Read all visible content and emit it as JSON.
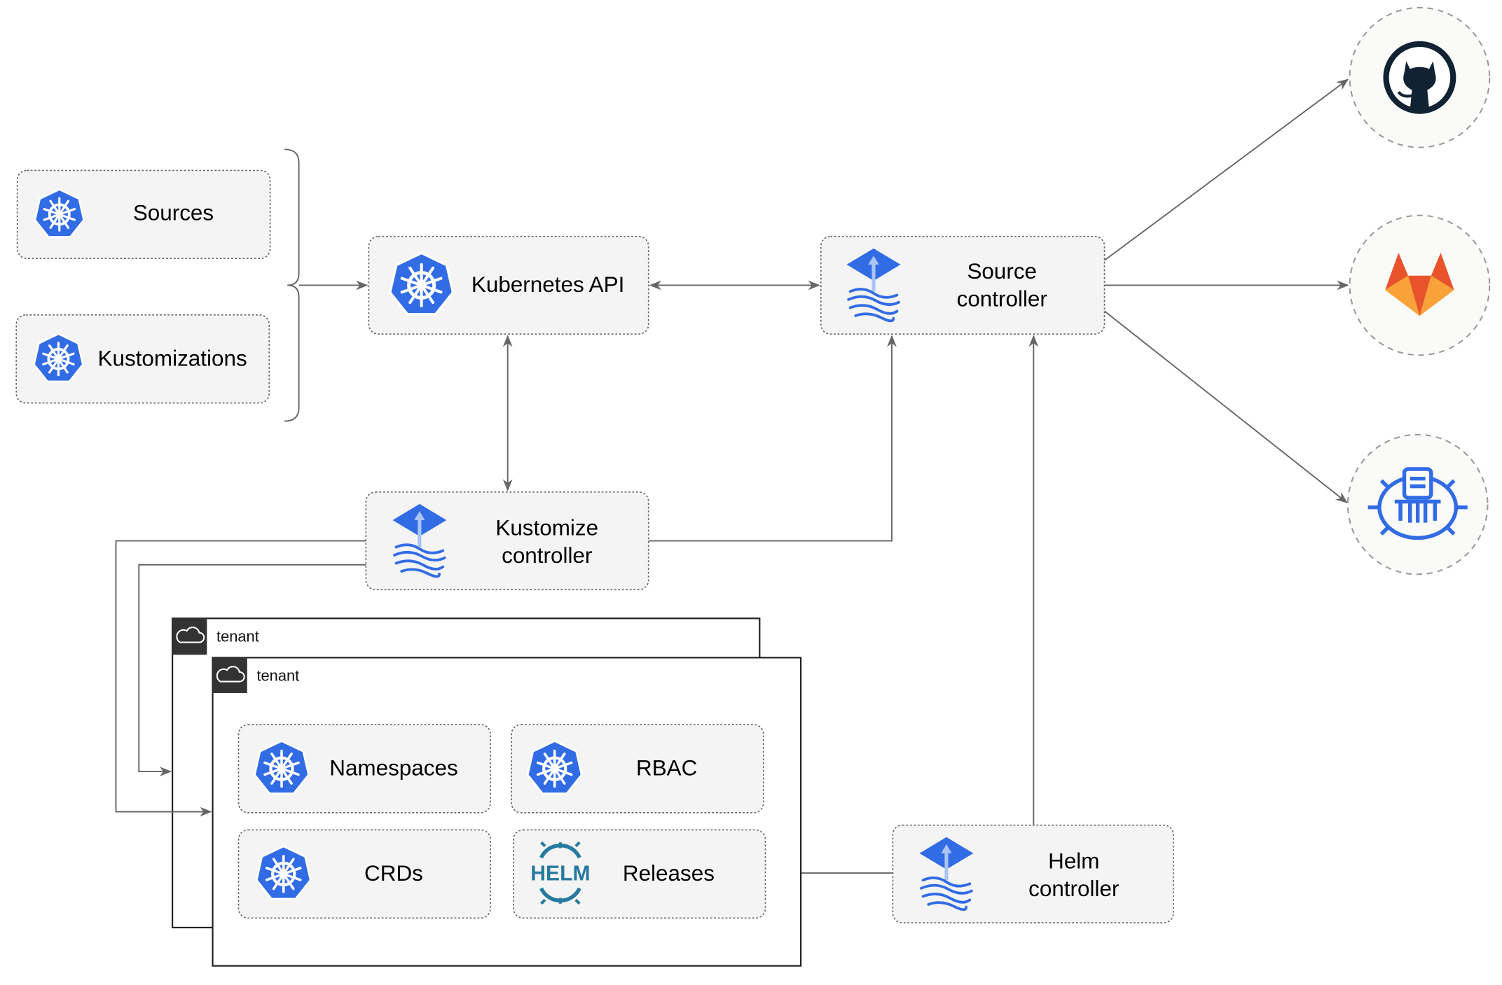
{
  "nodes": {
    "sources": "Sources",
    "kustomizations": "Kustomizations",
    "kubernetes_api": "Kubernetes API",
    "source_controller": [
      "Source",
      "controller"
    ],
    "kustomize_controller": [
      "Kustomize",
      "controller"
    ],
    "helm_controller": [
      "Helm",
      "controller"
    ],
    "namespaces": "Namespaces",
    "rbac": "RBAC",
    "crds": "CRDs",
    "releases": "Releases"
  },
  "tenants": [
    "tenant",
    "tenant"
  ],
  "helm_logo_text": "HELM",
  "external_sources": [
    "github-icon",
    "gitlab-icon",
    "bucket-icon"
  ],
  "colors": {
    "kubernetes_blue": "#326CE5",
    "github_dark": "#112233",
    "gitlab_orange": "#E8532B",
    "gitlab_light": "#F9A23A",
    "helm_blue": "#277A9F"
  }
}
